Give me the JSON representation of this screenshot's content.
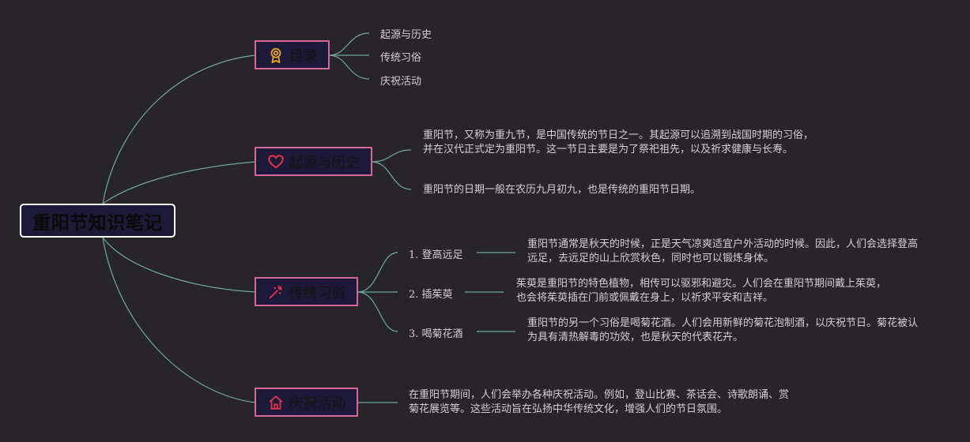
{
  "root": {
    "label": "重阳节知识笔记"
  },
  "colors": {
    "background": "#27242a",
    "link": "#6fa9a0",
    "branch_border": "#d7669a",
    "branch_fill": "#1d1a39",
    "icon_gold": "#e6a52b",
    "icon_red": "#e0344a"
  },
  "branches": {
    "toc": {
      "label": "目录",
      "icon": "award-icon",
      "items": [
        "起源与历史",
        "传统习俗",
        "庆祝活动"
      ]
    },
    "origin": {
      "label": "起源与历史",
      "icon": "heart-icon",
      "paragraphs": [
        "重阳节，又称为重九节，是中国传统的节日之一。其起源可以追溯到战国时期的习俗，并在汉代正式定为重阳节。这一节日主要是为了祭祀祖先，以及祈求健康与长寿。",
        "重阳节的日期一般在农历九月初九，也是传统的重阳节日期。"
      ]
    },
    "customs": {
      "label": "传统习俗",
      "icon": "magic-wand-icon",
      "items": [
        {
          "label": "1. 登高远足",
          "text": "重阳节通常是秋天的时候，正是天气凉爽适宜户外活动的时候。因此，人们会选择登高远足，去远足的山上欣赏秋色，同时也可以锻炼身体。"
        },
        {
          "label": "2. 插茱萸",
          "text": "茱萸是重阳节的特色植物，相传可以驱邪和避灾。人们会在重阳节期间戴上茱萸，也会将茱萸插在门前或佩戴在身上，以祈求平安和吉祥。"
        },
        {
          "label": "3. 喝菊花酒",
          "text": "重阳节的另一个习俗是喝菊花酒。人们会用新鲜的菊花泡制酒，以庆祝节日。菊花被认为具有清热解毒的功效，也是秋天的代表花卉。"
        }
      ]
    },
    "celebrate": {
      "label": "庆祝活动",
      "icon": "home-icon",
      "paragraphs": [
        "在重阳节期间，人们会举办各种庆祝活动。例如，登山比赛、茶话会、诗歌朗诵、赏菊花展览等。这些活动旨在弘扬中华传统文化，增强人们的节日氛围。"
      ]
    }
  }
}
